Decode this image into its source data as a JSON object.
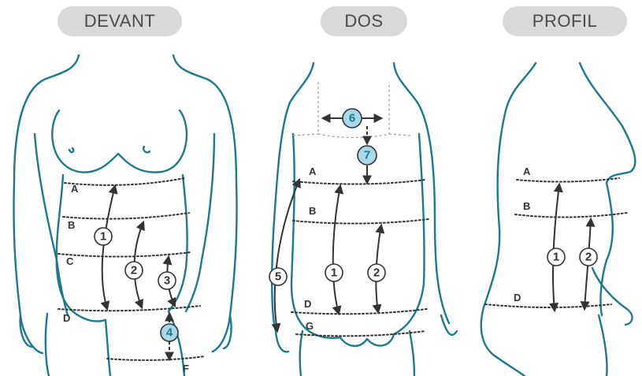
{
  "views": {
    "front": "DEVANT",
    "back": "DOS",
    "profile": "PROFIL"
  },
  "front_labels": {
    "a": "A",
    "b": "B",
    "c": "C",
    "d": "D",
    "f": "F"
  },
  "back_labels": {
    "a": "A",
    "b": "B",
    "d": "D",
    "g": "G"
  },
  "profile_labels": {
    "a": "A",
    "b": "B",
    "d": "D"
  },
  "markers": {
    "m1": "1",
    "m2": "2",
    "m3": "3",
    "m4": "4",
    "m5": "5",
    "m6": "6",
    "m7": "7"
  },
  "colors": {
    "outline": "#1b7a8c",
    "pill": "#d9d9d9",
    "highlight_marker": "#a9d8e8"
  }
}
